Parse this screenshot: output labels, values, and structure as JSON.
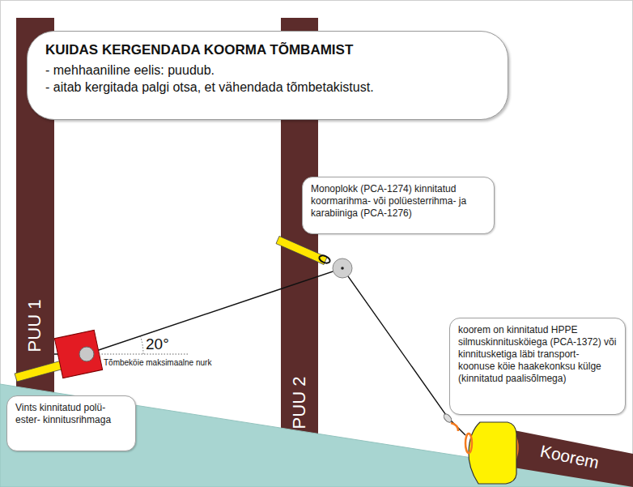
{
  "diagram": {
    "nodes": [
      {
        "text": [
          "KUIDAS KERGENDADA KOORMA TÕMBAMIST",
          "- mehhaaniline eelis: puudub.",
          "- aitab kergitada palgi otsa, et vähendada tõmbetakistust."
        ]
      },
      {
        "text": [
          "PUU 1"
        ]
      },
      {
        "text": [
          "PUU 2"
        ]
      },
      {
        "text": [
          "Monoplokk (PCA-1274) kinnitatud koormarihma- või polüesterrihma- ja karabiiniga (PCA-1276)"
        ]
      },
      {
        "text": [
          "koorem on kinnitatud HPPE silmuskinnitusköiega (PCA-1372) või kinnitusketiga läbi transport- koonuse köie haakekonksu külge (kinnitatud paalisõlmega)"
        ]
      },
      {
        "text": [
          "Vints kinnitatud polü- ester- kinnitusrihmaga"
        ]
      },
      {
        "text": [
          "Koorem"
        ]
      }
    ],
    "edges": [
      {
        "from": 1,
        "to": 2,
        "arrow": "none"
      },
      {
        "from": 2,
        "to": 6,
        "arrow": "none"
      }
    ],
    "labels": [
      "20°",
      "Tõmbeköie maksimaalne nurk"
    ]
  }
}
